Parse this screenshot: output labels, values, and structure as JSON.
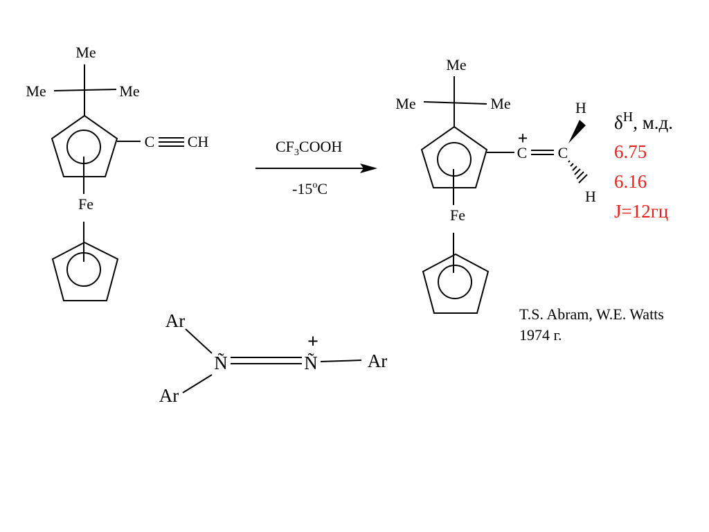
{
  "reactant": {
    "me_top": "Me",
    "me_left": "Me",
    "me_right": "Me",
    "alkyne_c": "C",
    "alkyne_ch": "CH",
    "fe": "Fe"
  },
  "reaction": {
    "reagent_prefix": "CF",
    "reagent_sub": "3",
    "reagent_suffix": "COOH",
    "temp_prefix": "-15",
    "temp_sup": "o",
    "temp_suffix": "C"
  },
  "product": {
    "me_top": "Me",
    "me_left": "Me",
    "me_right": "Me",
    "charge": "+",
    "c1": "C",
    "c2": "C",
    "h_top": "H",
    "h_bottom": "H",
    "fe": "Fe"
  },
  "nmr": {
    "delta_symbol": "δ",
    "delta_sup": "H",
    "unit": ", м.д.",
    "value1": "6.75",
    "value2": "6.16",
    "coupling": "J=12гц",
    "accent_color": "#e8201a"
  },
  "citation": {
    "authors": "T.S. Abram, W.E. Watts",
    "year": "1974 г."
  },
  "diazenium": {
    "ar_top": "Ar",
    "ar_bottom": "Ar",
    "ar_right": "Ar",
    "n_left": "Ñ",
    "n_right": "Ñ",
    "charge": "+"
  }
}
